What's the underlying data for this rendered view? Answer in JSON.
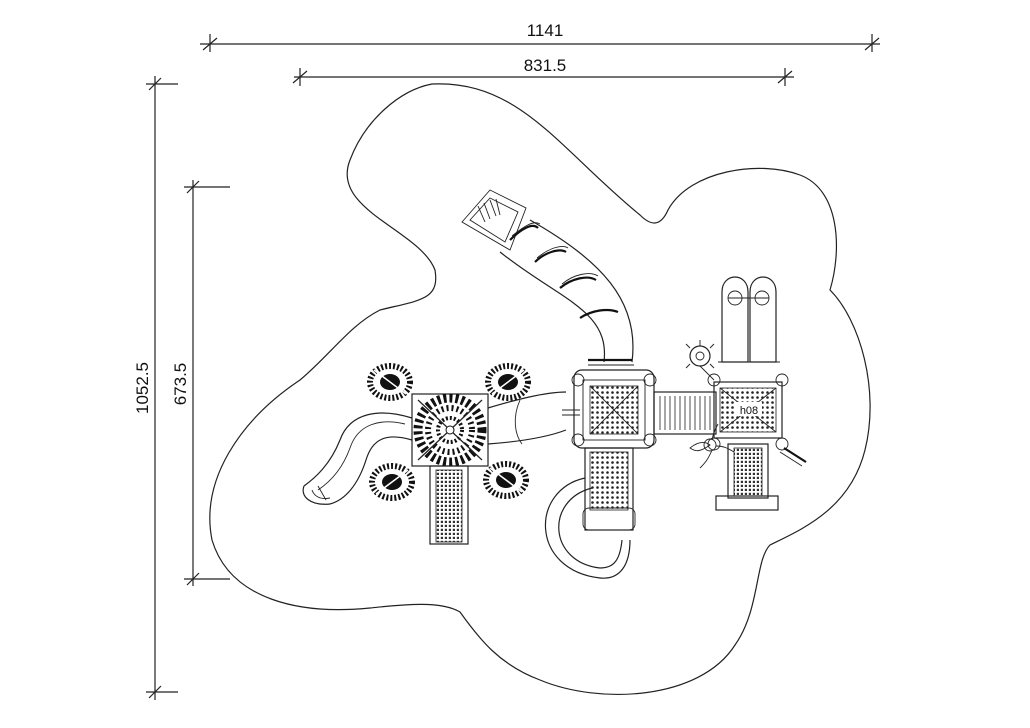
{
  "dimensions": {
    "overall_width": "1141",
    "structure_width": "831.5",
    "overall_height": "1052.5",
    "structure_height": "673.5"
  },
  "platform_label": "h08",
  "colors": {
    "line": "#222222",
    "background": "#ffffff",
    "foliage": "#111111"
  }
}
